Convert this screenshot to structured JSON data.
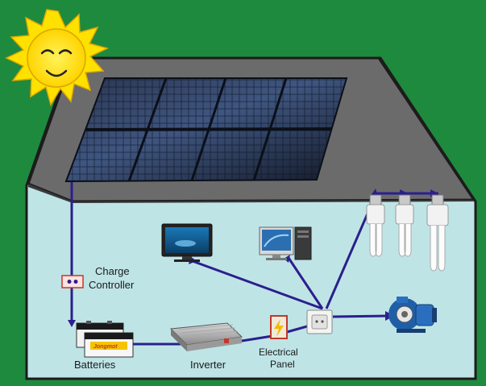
{
  "labels": {
    "charge_controller_line1": "Charge",
    "charge_controller_line2": "Controller",
    "batteries": "Batteries",
    "inverter": "Inverter",
    "electrical_panel_line1": "Electrical",
    "electrical_panel_line2": "Panel",
    "battery_brand": "Jongmot"
  },
  "colors": {
    "background": "#1e8a3e",
    "house_wall": "#bfe4e6",
    "roof": "#6b6b6b",
    "wire": "#2b1f8c",
    "sun": "#ffe100",
    "panel": "#1b2333"
  },
  "icons": [
    "sun-icon",
    "solar-panel-icon",
    "charge-controller-icon",
    "battery-icon",
    "inverter-icon",
    "electrical-panel-icon",
    "junction-box-icon",
    "tv-icon",
    "computer-icon",
    "light-bulb-icon",
    "water-pump-icon"
  ]
}
